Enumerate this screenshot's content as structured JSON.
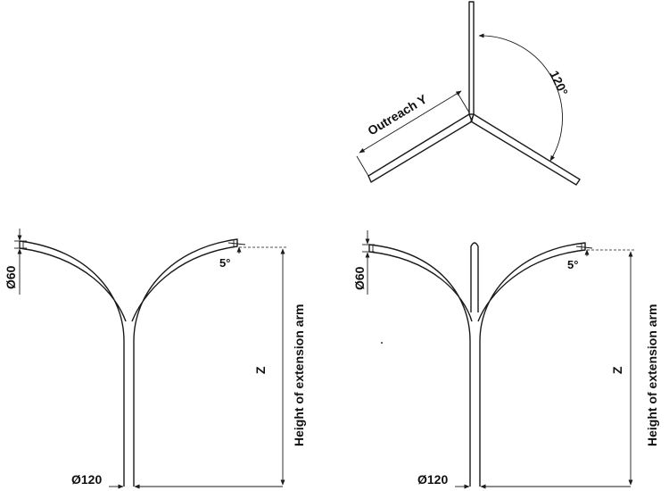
{
  "top_view": {
    "outreach_label": "Outreach Y",
    "angle_label": "120°"
  },
  "left_pole": {
    "arm_diameter": "Ø60",
    "tilt_angle": "5°",
    "z_label": "Z",
    "height_label": "Height of extension arm",
    "base_diameter": "Ø120"
  },
  "right_pole": {
    "arm_diameter": "Ø60",
    "tilt_angle": "5°",
    "z_label": "Z",
    "height_label": "Height of extension arm",
    "base_diameter": "Ø120"
  }
}
